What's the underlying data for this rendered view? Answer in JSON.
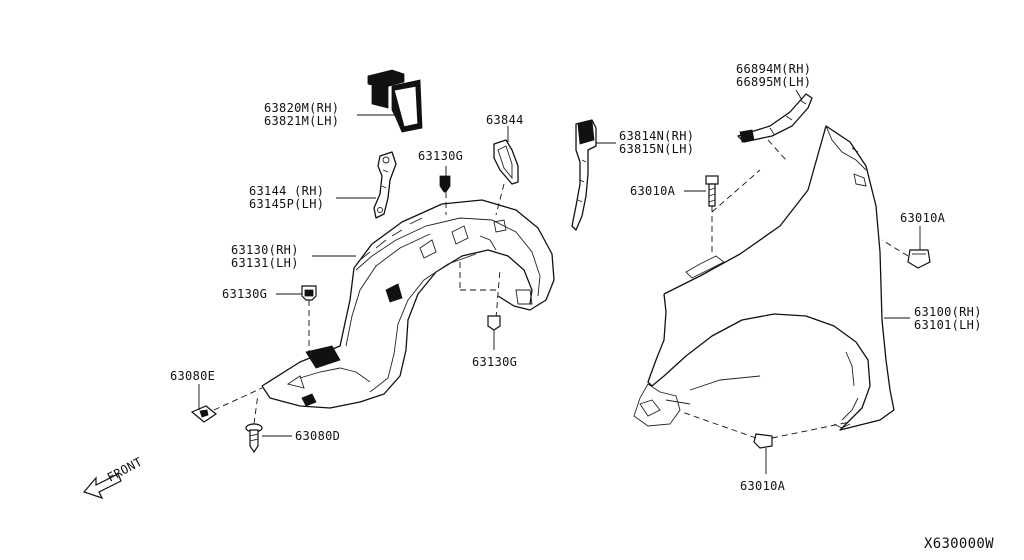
{
  "labels": {
    "p63820": "63820M(RH)",
    "p63821": "63821M(LH)",
    "p63144": "63144  (RH)",
    "p63145": "63145P(LH)",
    "p63130g_top": "63130G",
    "p63844": "63844",
    "p63814": "63814N(RH)",
    "p63815": "63815N(LH)",
    "p66894": "66894M(RH)",
    "p66895": "66895M(LH)",
    "p63010a_top": "63010A",
    "p63010a_right": "63010A",
    "p63130rh": "63130(RH)",
    "p63131lh": "63131(LH)",
    "p63130g_left": "63130G",
    "p63130g_bottom": "63130G",
    "p63080e": "63080E",
    "p63080d": "63080D",
    "p63100": "63100(RH)",
    "p63101": "63101(LH)",
    "p63010a_bottom": "63010A",
    "front": "FRONT",
    "diagram_code": "X630000W"
  }
}
